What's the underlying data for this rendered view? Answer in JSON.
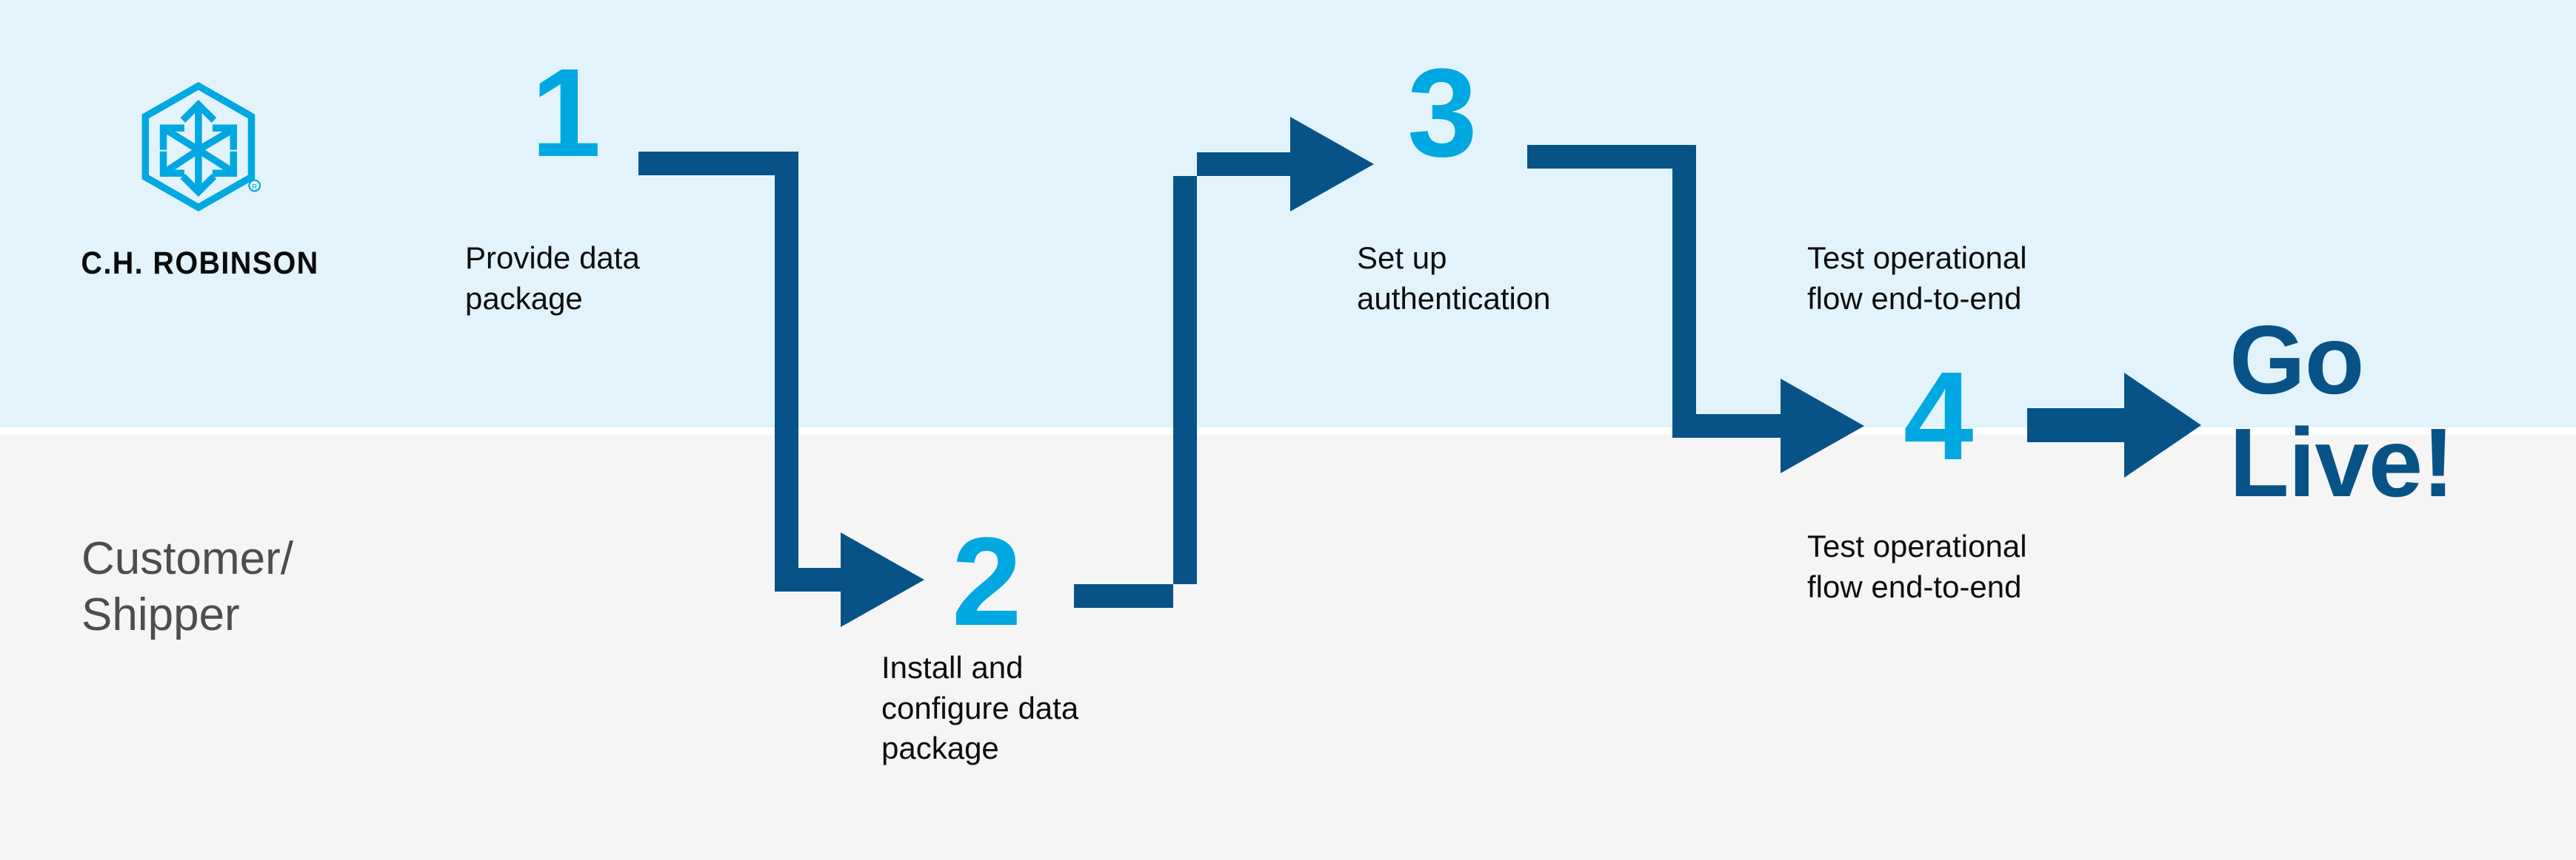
{
  "brand": {
    "name": "C.H. ROBINSON",
    "logo_icon": "hexagon-cube-arrows-logo",
    "registered_mark": "®",
    "logo_color": "#00A8E1"
  },
  "colors": {
    "band_top": "#E3F3FB",
    "band_bottom": "#F5F5F5",
    "accent_cyan": "#00A8E1",
    "connector_navy": "#075387",
    "text_dark": "#0d0d0d",
    "lane_label_gray": "#4D4D4D"
  },
  "lanes": {
    "top_lane_label": "",
    "bottom_lane_label": "Customer/\nShipper"
  },
  "steps": [
    {
      "number": "1",
      "label": "Provide data\npackage",
      "lane": "top"
    },
    {
      "number": "2",
      "label": "Install and\nconfigure data\npackage",
      "lane": "bottom"
    },
    {
      "number": "3",
      "label": "Set up\nauthentication",
      "lane": "top"
    },
    {
      "number": "4",
      "label_above": "Test operational\nflow end-to-end",
      "label_below": "Test operational\nflow end-to-end",
      "lane": "boundary"
    }
  ],
  "outcome": {
    "label": "Go\nLive!"
  },
  "connectors": [
    {
      "from": "1",
      "to": "2",
      "shape": "right-down-right-arrow"
    },
    {
      "from": "2",
      "to": "3",
      "shape": "right-up-right-arrow"
    },
    {
      "from": "3",
      "to": "4",
      "shape": "right-down-right-arrow"
    },
    {
      "from": "4",
      "to": "go-live",
      "shape": "right-arrow"
    }
  ],
  "chart_data": {
    "type": "diagram",
    "title": "Implementation process flow",
    "nodes": [
      "1 Provide data package",
      "2 Install and configure data package",
      "3 Set up authentication",
      "4 Test operational flow end-to-end",
      "Go Live!"
    ],
    "edges": [
      [
        "1",
        "2"
      ],
      [
        "2",
        "3"
      ],
      [
        "3",
        "4"
      ],
      [
        "4",
        "Go Live!"
      ]
    ]
  }
}
